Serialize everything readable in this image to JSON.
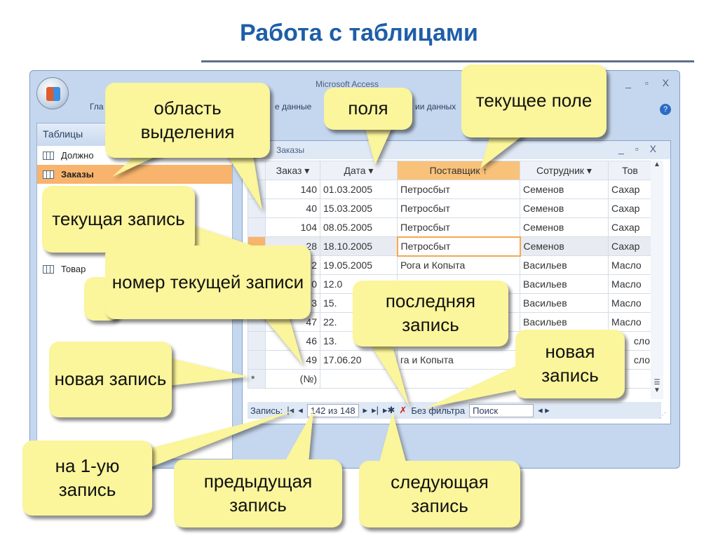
{
  "slide_title": "Работа с таблицами",
  "window": {
    "title": "Microsoft Access",
    "controls": "_ ▫ X",
    "ribbon_tabs": [
      "Гла",
      "е данные",
      "ии данных"
    ],
    "help": "?"
  },
  "nav_pane": {
    "header": "Таблицы",
    "items": [
      {
        "label": "Должно"
      },
      {
        "label": "Заказы",
        "selected": true
      },
      {
        "label": "Товар"
      }
    ]
  },
  "document": {
    "title": "Заказы",
    "controls": "_ ▫ X",
    "columns": [
      "Заказ ▾",
      "Дата ▾",
      "Поставщик ↑",
      "Сотрудник ▾",
      "Тов"
    ],
    "rows": [
      [
        "140",
        "01.03.2005",
        "Петросбыт",
        "Семенов",
        "Сахар"
      ],
      [
        "40",
        "15.03.2005",
        "Петросбыт",
        "Семенов",
        "Сахар"
      ],
      [
        "104",
        "08.05.2005",
        "Петросбыт",
        "Семенов",
        "Сахар"
      ],
      [
        "28",
        "18.10.2005",
        "Петросбыт",
        "Семенов",
        "Сахар"
      ],
      [
        "2",
        "19.05.2005",
        "Рога и Копыта",
        "Васильев",
        "Масло"
      ],
      [
        "0",
        "12.0",
        "",
        "Васильев",
        "Масло"
      ],
      [
        "3",
        "15.",
        "",
        "Васильев",
        "Масло"
      ],
      [
        "47",
        "22.",
        "",
        "Васильев",
        "Масло"
      ],
      [
        "46",
        "13.",
        "",
        "",
        "сло"
      ],
      [
        "49",
        "17.06.20",
        "га и Копыта",
        "",
        "сло"
      ]
    ],
    "new_row_marker": "*",
    "new_row_value": "(№)",
    "navbar": {
      "label": "Запись:",
      "first": "|◂",
      "prev": "◂",
      "position": "142 из 148",
      "next": "▸",
      "last": "▸|",
      "new": "▸✱",
      "filter": "Без фильтра",
      "search": "Поиск",
      "hscroll": "◂ ▸"
    }
  },
  "callouts": {
    "selection_area": "область выделения",
    "fields": "поля",
    "current_field": "текущее поле",
    "current_record": "текущая запись",
    "current_record_number": "номер текущей записи",
    "last_record": "последняя запись",
    "new_record_left": "новая запись",
    "new_record_right": "новая запись",
    "first_record": "на 1-ую запись",
    "previous_record": "предыдущая запись",
    "next_record": "следующая запись"
  }
}
